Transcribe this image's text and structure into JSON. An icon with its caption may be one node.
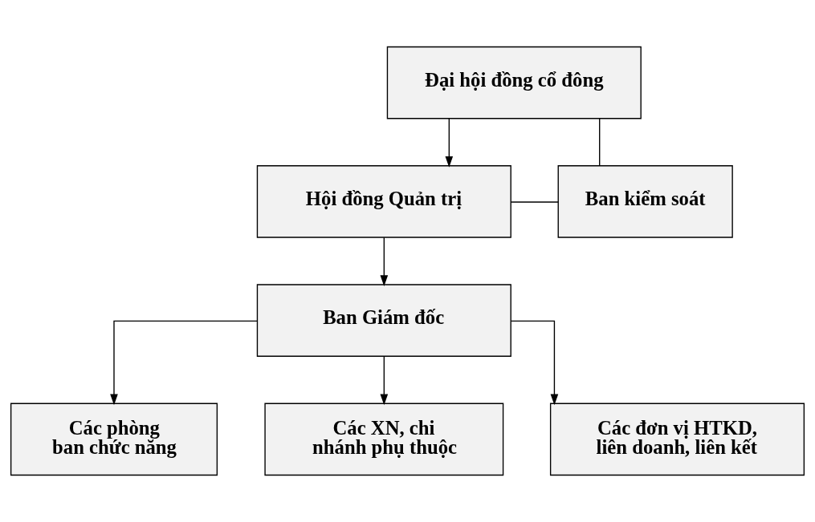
{
  "diagram": {
    "nodes": [
      {
        "text": [
          "Đại hội đồng cổ đông"
        ]
      },
      {
        "text": [
          "Hội đồng Quản trị"
        ]
      },
      {
        "text": [
          "Ban kiểm soát"
        ]
      },
      {
        "text": [
          "Ban Giám đốc"
        ]
      },
      {
        "text": [
          "Các phòng ban chức năng"
        ]
      },
      {
        "text": [
          "Các XN, chi nhánh phụ thuộc"
        ]
      },
      {
        "text": [
          "Các đơn vị HTKD, liên doanh, liên kết"
        ]
      }
    ],
    "edges": [
      {
        "from": 0,
        "to": 1,
        "arrow": "to"
      },
      {
        "from": 0,
        "to": 2,
        "arrow": "none"
      },
      {
        "from": 1,
        "to": 2,
        "arrow": "none"
      },
      {
        "from": 1,
        "to": 3,
        "arrow": "to"
      },
      {
        "from": 3,
        "to": 4,
        "arrow": "to"
      },
      {
        "from": 3,
        "to": 5,
        "arrow": "to"
      },
      {
        "from": 3,
        "to": 6,
        "arrow": "to"
      }
    ]
  }
}
